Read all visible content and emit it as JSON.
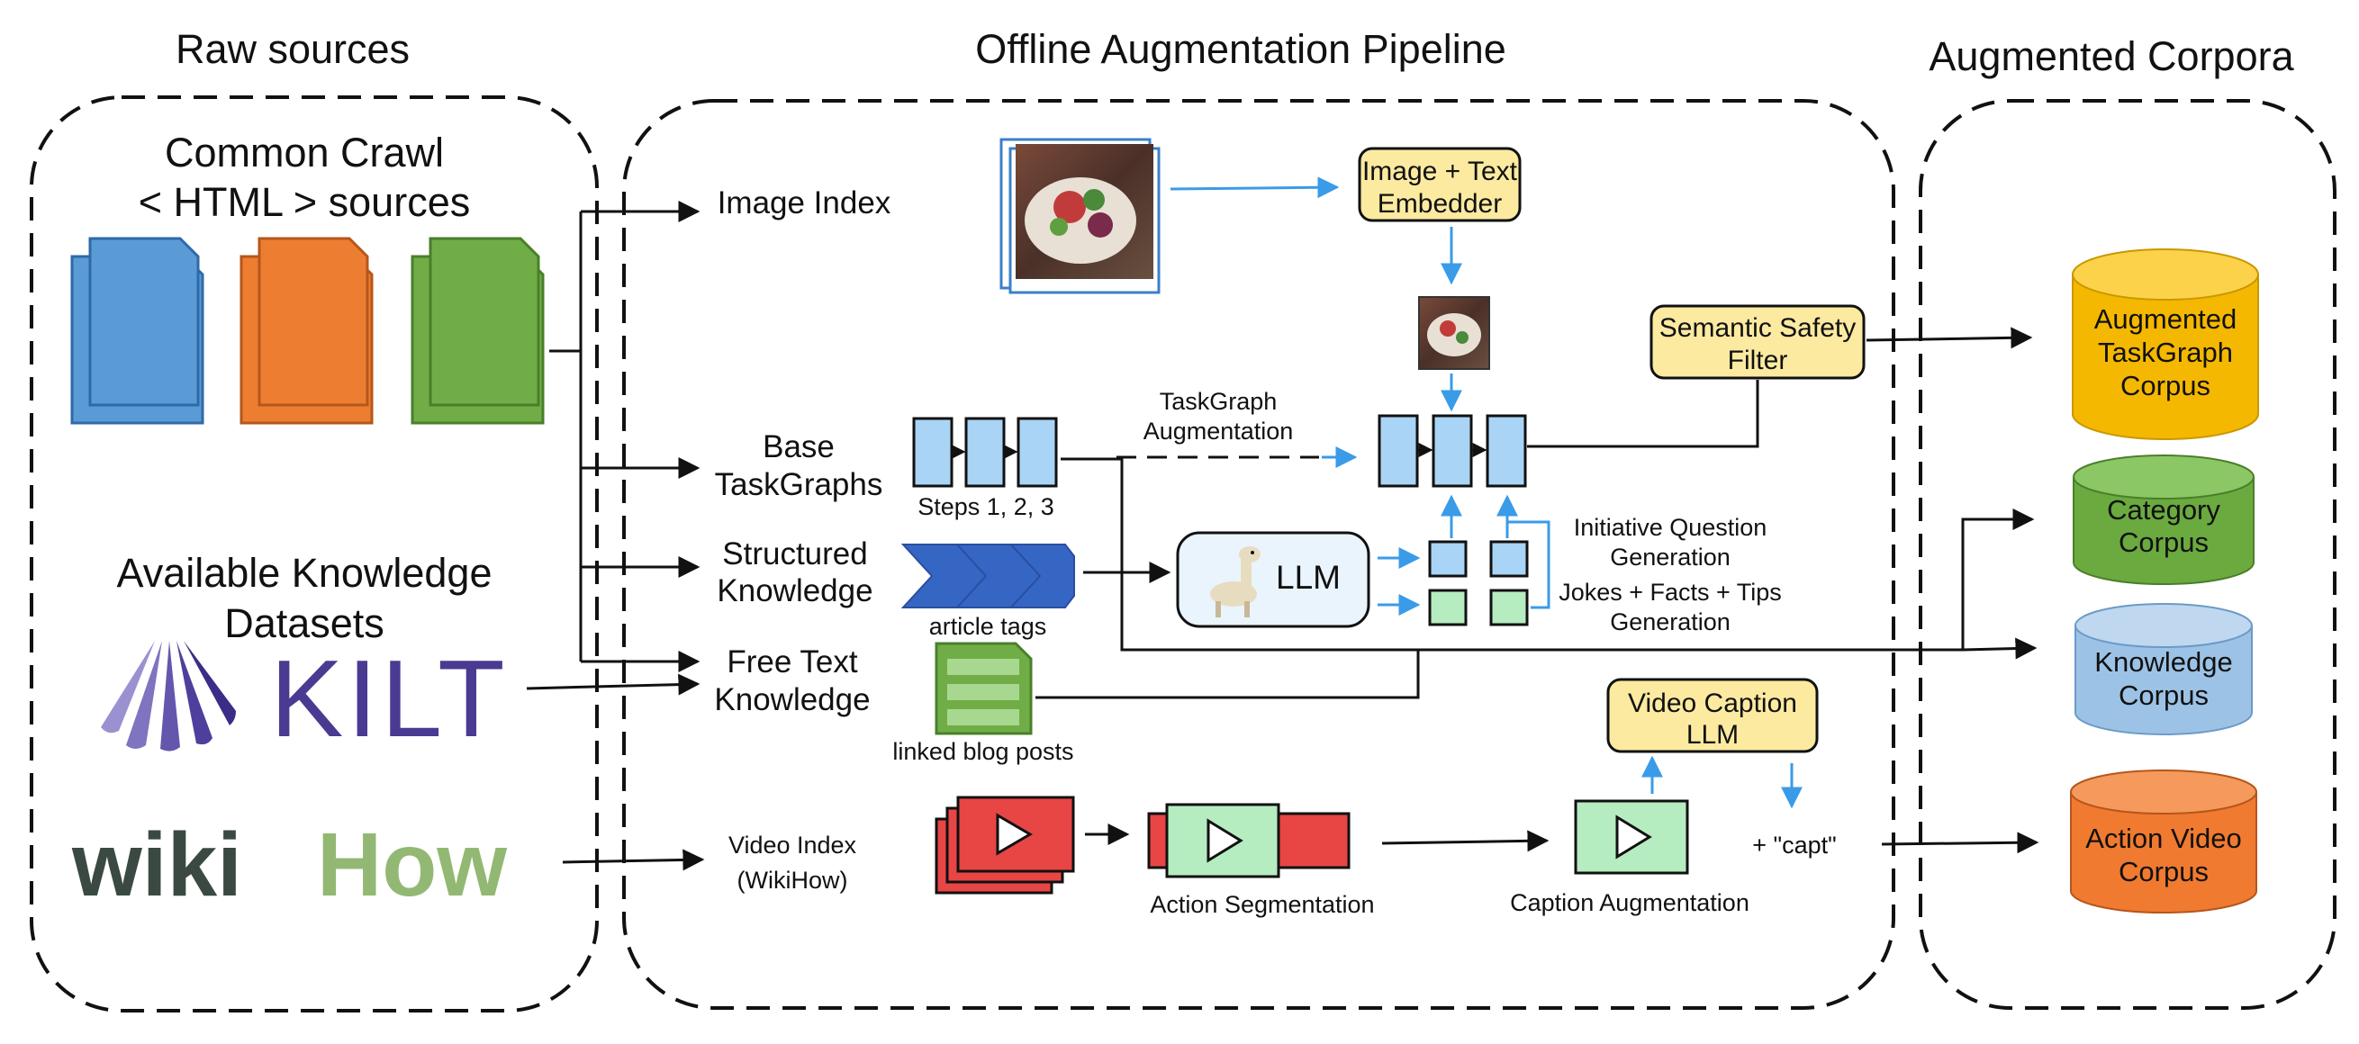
{
  "headers": {
    "raw": "Raw sources",
    "pipeline": "Offline Augmentation Pipeline",
    "corpora": "Augmented Corpora"
  },
  "raw": {
    "common_crawl_line1": "Common Crawl",
    "common_crawl_line2": "< HTML > sources",
    "knowledge_line1": "Available Knowledge",
    "knowledge_line2": "Datasets",
    "kilt_logo": "KILT",
    "wikihow_wiki": "wiki",
    "wikihow_how": "How"
  },
  "inputs": {
    "image_index": "Image Index",
    "base_tg_1": "Base",
    "base_tg_2": "TaskGraphs",
    "structured_1": "Structured",
    "structured_2": "Knowledge",
    "free_text_1": "Free Text",
    "free_text_2": "Knowledge",
    "video_1": "Video Index",
    "video_2": "(WikiHow)"
  },
  "pipeline": {
    "embedder_1": "Image + Text",
    "embedder_2": "Embedder",
    "safety_1": "Semantic Safety",
    "safety_2": "Filter",
    "steps": "Steps 1, 2, 3",
    "tg_aug_1": "TaskGraph",
    "tg_aug_2": "Augmentation",
    "article_tags": "article tags",
    "llm": "LLM",
    "iq_1": "Initiative Question",
    "iq_2": "Generation",
    "jokes_1": "Jokes + Facts + Tips",
    "jokes_2": "Generation",
    "blog": "linked blog posts",
    "vcap_1": "Video Caption",
    "vcap_2": "LLM",
    "capt": "+ \"capt\"",
    "action_seg": "Action Segmentation",
    "caption_aug": "Caption Augmentation"
  },
  "corpora": [
    {
      "line1": "Augmented",
      "line2": "TaskGraph",
      "line3": "Corpus"
    },
    {
      "line1": "Category",
      "line2": "Corpus"
    },
    {
      "line1": "Knowledge",
      "line2": "Corpus"
    },
    {
      "line1": "Action Video",
      "line2": "Corpus"
    }
  ],
  "colors": {
    "doc_blue": "#5b9bd5",
    "doc_orange": "#ed7d31",
    "doc_green": "#70ad47",
    "node_blue": "#a9d4f5",
    "node_green": "#b5ecc0",
    "note_yellow": "#fbeaa0",
    "arrow_blue": "#3a9be8",
    "kilt_purple": "#4b3a92",
    "wikihow_dark": "#3a4a42",
    "wikihow_green": "#93b873",
    "corpus_yellow": "#f5b800",
    "corpus_green": "#6aaa3f",
    "corpus_blue": "#9cc3e6",
    "corpus_orange": "#f07a30",
    "video_red": "#e84545"
  }
}
